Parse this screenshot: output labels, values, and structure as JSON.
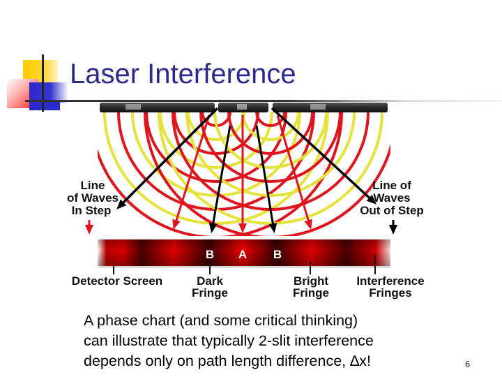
{
  "slide": {
    "title": "Laser Interference",
    "page_number": "6",
    "caption_lines": [
      "A phase chart (and some critical thinking)",
      "can illustrate that typically 2-slit interference",
      "depends only on path length difference, ∆x!"
    ]
  },
  "diagram": {
    "labels": {
      "in_step_1": "Line",
      "in_step_2": "of Waves",
      "in_step_3": "In Step",
      "out_step_1": "Line of",
      "out_step_2": "Waves",
      "out_step_3": "Out of Step",
      "detector_screen": "Detector Screen",
      "dark_1": "Dark",
      "dark_2": "Fringe",
      "bright_1": "Bright",
      "bright_2": "Fringe",
      "fringes_1": "Interference",
      "fringes_2": "Fringes",
      "b_left": "B",
      "a_center": "A",
      "b_right": "B"
    },
    "colors": {
      "title": "#2b2b8f",
      "wave_red": "#e0141c",
      "wave_yellow": "#e6e23a",
      "screen_red": "#d90000",
      "screen_dark": "#3a0000",
      "barrier": "#3a3a3a"
    }
  }
}
